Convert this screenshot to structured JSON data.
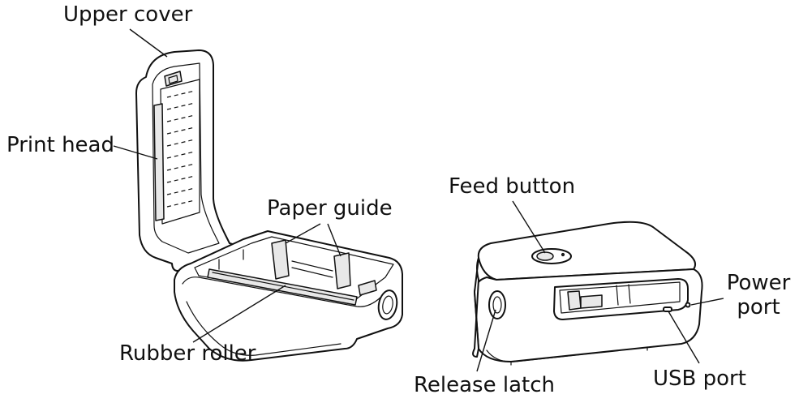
{
  "labels": {
    "upper_cover": "Upper cover",
    "print_head": "Print head",
    "paper_guide": "Paper guide",
    "rubber_roller": "Rubber roller",
    "feed_button": "Feed button",
    "power_port_line1": "Power",
    "power_port_line2": "port",
    "usb_port": "USB port",
    "release_latch": "Release latch"
  }
}
